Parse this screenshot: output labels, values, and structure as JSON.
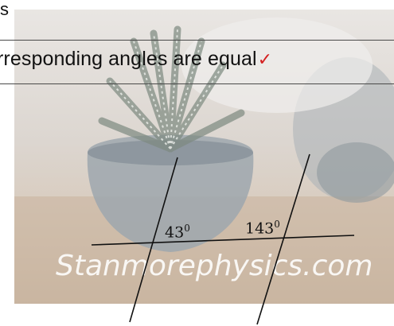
{
  "header": {
    "letter": "s"
  },
  "statement": {
    "text": "rresponding angles are equal",
    "tick": "✓"
  },
  "photo": {
    "watermark": "Stanmorephysics.com"
  },
  "diagram": {
    "angle_left": "43",
    "angle_left_unit": "0",
    "angle_right": "143",
    "angle_right_unit": "0"
  },
  "colors": {
    "tick": "#d42020",
    "text": "#111111",
    "lines": "#111111"
  }
}
